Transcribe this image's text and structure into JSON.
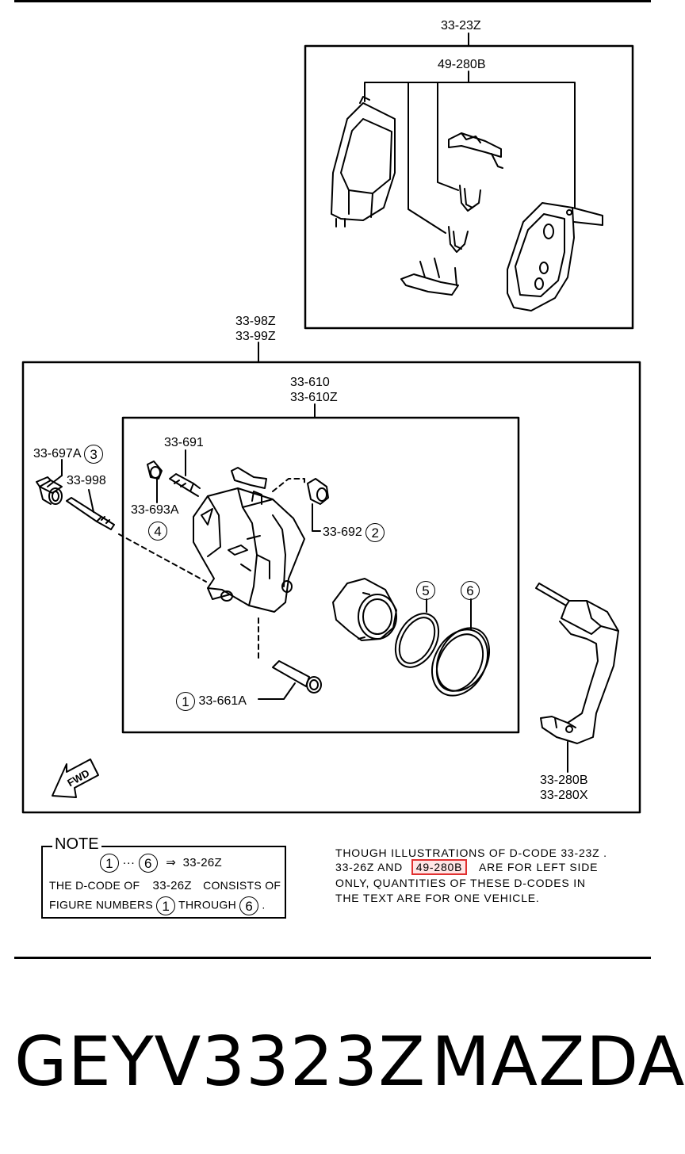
{
  "diagram": {
    "pads_kit": {
      "code": "33-23Z",
      "sub_code": "49-280B"
    },
    "caliper_assembly": {
      "codes": [
        "33-98Z",
        "33-99Z"
      ]
    },
    "caliper_body": {
      "codes": [
        "33-610",
        "33-610Z"
      ]
    },
    "parts": [
      {
        "code": "33-697A",
        "num": "3"
      },
      {
        "code": "33-998",
        "num": ""
      },
      {
        "code": "33-691",
        "num": ""
      },
      {
        "code": "33-693A",
        "num": "4"
      },
      {
        "code": "33-692",
        "num": "2"
      },
      {
        "code": "33-661A",
        "num": "1"
      },
      {
        "code": "",
        "num": "5"
      },
      {
        "code": "",
        "num": "6"
      }
    ],
    "bracket": {
      "codes": [
        "33-280B",
        "33-280X"
      ]
    },
    "fwd_label": "FWD"
  },
  "note": {
    "title": "NOTE",
    "range_start": "1",
    "range_sep": "···",
    "range_end": "6",
    "arrow": "⇒",
    "target": "33-26Z",
    "line2_a": "THE D-CODE OF",
    "line2_code": "33-26Z",
    "line2_b": "CONSISTS OF",
    "line3_a": "FIGURE NUMBERS",
    "line3_n1": "1",
    "line3_b": "THROUGH",
    "line3_n2": "6",
    "line3_end": "."
  },
  "right_note": {
    "line1": "THOUGH  ILLUSTRATIONS  OF  D-CODE  33-23Z  .",
    "line2_a": "33-26Z    AND",
    "line2_code": "49-280B",
    "line2_b": "ARE FOR LEFT SIDE",
    "line3": "ONLY, QUANTITIES  OF  THESE  D-CODES  IN",
    "line4": "THE  TEXT  ARE  FOR  ONE  VEHICLE."
  },
  "footer": {
    "part_number": "GEYV3323Z",
    "brand": "MAZDA"
  }
}
